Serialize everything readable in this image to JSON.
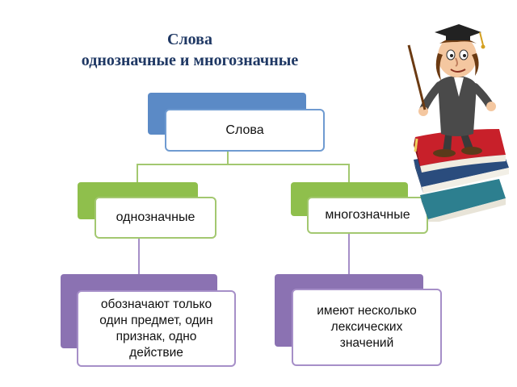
{
  "title": {
    "line1": "Слова",
    "line2": "однозначные и многозначные"
  },
  "diagram": {
    "root": {
      "label": "Слова"
    },
    "branches": [
      {
        "label": "однозначные",
        "description": "обозначают только один предмет, один признак, одно действие"
      },
      {
        "label": "многозначные",
        "description": "имеют несколько лексических значений"
      }
    ]
  },
  "colors": {
    "title": "#1f3864",
    "root_box": "#5b8ac6",
    "branch_box": "#8fbf4c",
    "description_box": "#8b72b2",
    "connector": "#a3c870"
  },
  "illustration": {
    "icon": "professor-on-books-icon"
  }
}
